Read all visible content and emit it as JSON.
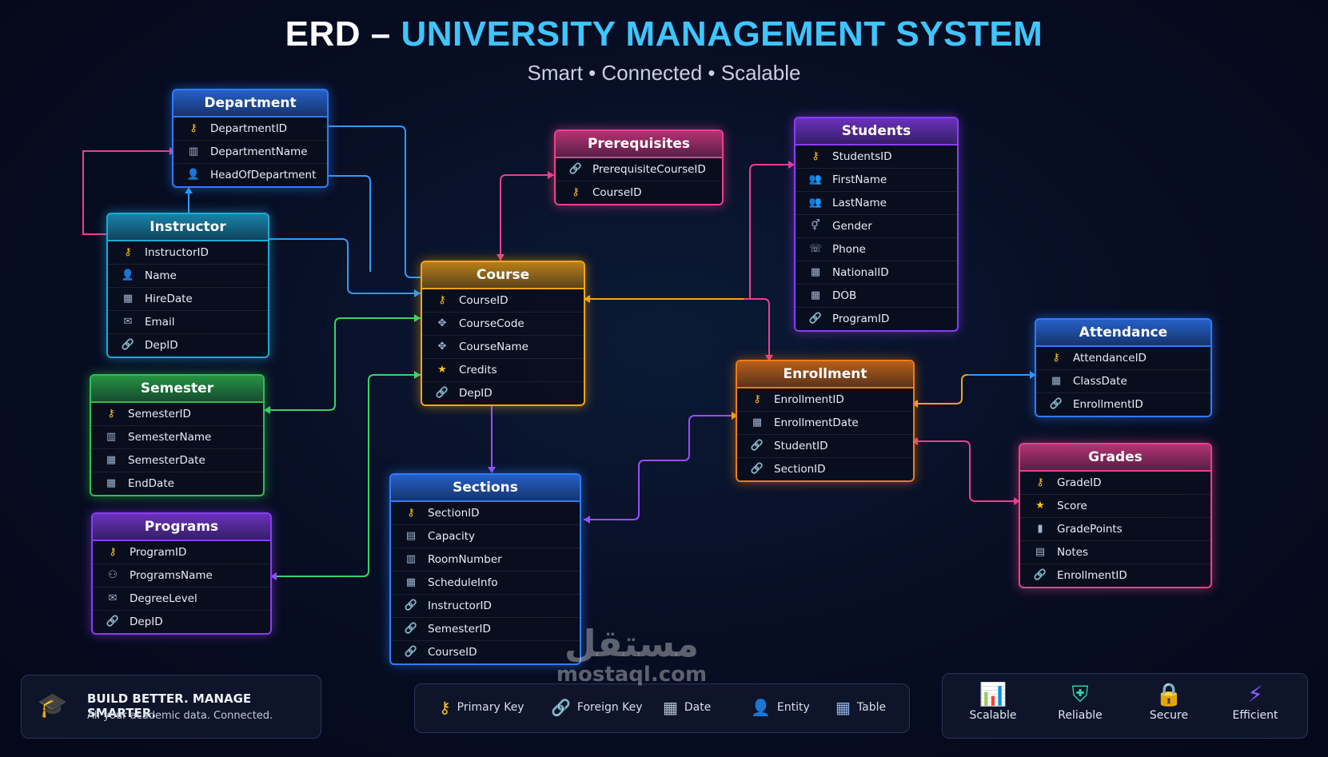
{
  "title": {
    "part1": "ERD –",
    "part2": "UNIVERSITY MANAGEMENT SYSTEM"
  },
  "subtitle": "Smart • Connected • Scalable",
  "entities": [
    {
      "id": "department",
      "name": "Department",
      "color": "#2f7bff",
      "fields": [
        {
          "label": "DepartmentID",
          "icon": "key-icon"
        },
        {
          "label": "DepartmentName",
          "icon": "building-icon"
        },
        {
          "label": "HeadOfDepartment",
          "icon": "person-star-icon"
        }
      ]
    },
    {
      "id": "instructor",
      "name": "Instructor",
      "color": "#1ea9d6",
      "fields": [
        {
          "label": "InstructorID",
          "icon": "key-icon"
        },
        {
          "label": "Name",
          "icon": "person-icon"
        },
        {
          "label": "HireDate",
          "icon": "calendar-icon"
        },
        {
          "label": "Email",
          "icon": "mail-icon"
        },
        {
          "label": "DepID",
          "icon": "link-icon"
        }
      ]
    },
    {
      "id": "semester",
      "name": "Semester",
      "color": "#2fbf4f",
      "fields": [
        {
          "label": "SemesterID",
          "icon": "key-icon"
        },
        {
          "label": "SemesterName",
          "icon": "building-icon"
        },
        {
          "label": "SemesterDate",
          "icon": "calendar-icon"
        },
        {
          "label": "EndDate",
          "icon": "calendar-icon"
        }
      ]
    },
    {
      "id": "programs",
      "name": "Programs",
      "color": "#8a3df0",
      "fields": [
        {
          "label": "ProgramID",
          "icon": "key-icon"
        },
        {
          "label": "ProgramsName",
          "icon": "group-icon"
        },
        {
          "label": "DegreeLevel",
          "icon": "mail-icon"
        },
        {
          "label": "DepID",
          "icon": "link-icon"
        }
      ]
    },
    {
      "id": "prerequisites",
      "name": "Prerequisites",
      "color": "#ec3f8f",
      "fields": [
        {
          "label": "PrerequisiteCourseID",
          "icon": "link-icon"
        },
        {
          "label": "CourseID",
          "icon": "key-icon"
        }
      ]
    },
    {
      "id": "course",
      "name": "Course",
      "color": "#f2a516",
      "fields": [
        {
          "label": "CourseID",
          "icon": "key-icon"
        },
        {
          "label": "CourseCode",
          "icon": "figure-icon"
        },
        {
          "label": "CourseName",
          "icon": "figure-icon"
        },
        {
          "label": "Credits",
          "icon": "star-icon"
        },
        {
          "label": "DepID",
          "icon": "link-icon"
        }
      ]
    },
    {
      "id": "sections",
      "name": "Sections",
      "color": "#2f7bff",
      "fields": [
        {
          "label": "SectionID",
          "icon": "key-icon"
        },
        {
          "label": "Capacity",
          "icon": "chart-icon"
        },
        {
          "label": "RoomNumber",
          "icon": "building-icon"
        },
        {
          "label": "ScheduleInfo",
          "icon": "calendar-icon"
        },
        {
          "label": "InstructorID",
          "icon": "link-icon"
        },
        {
          "label": "SemesterID",
          "icon": "link-icon"
        },
        {
          "label": "CourseID",
          "icon": "link-icon"
        }
      ]
    },
    {
      "id": "students",
      "name": "Students",
      "color": "#8a3df0",
      "fields": [
        {
          "label": "StudentsID",
          "icon": "key-icon"
        },
        {
          "label": "FirstName",
          "icon": "people-icon"
        },
        {
          "label": "LastName",
          "icon": "people-icon"
        },
        {
          "label": "Gender",
          "icon": "gender-icon"
        },
        {
          "label": "Phone",
          "icon": "phone-icon"
        },
        {
          "label": "NationalID",
          "icon": "grid-icon"
        },
        {
          "label": "DOB",
          "icon": "calendar-icon"
        },
        {
          "label": "ProgramID",
          "icon": "link-icon"
        }
      ]
    },
    {
      "id": "enrollment",
      "name": "Enrollment",
      "color": "#f07a16",
      "fields": [
        {
          "label": "EnrollmentID",
          "icon": "key-icon"
        },
        {
          "label": "EnrollmentDate",
          "icon": "calendar-icon"
        },
        {
          "label": "StudentID",
          "icon": "link-icon"
        },
        {
          "label": "SectionID",
          "icon": "link-icon"
        }
      ]
    },
    {
      "id": "attendance",
      "name": "Attendance",
      "color": "#2f7bff",
      "fields": [
        {
          "label": "AttendanceID",
          "icon": "key-icon"
        },
        {
          "label": "ClassDate",
          "icon": "calendar-icon"
        },
        {
          "label": "EnrollmentID",
          "icon": "link-icon"
        }
      ]
    },
    {
      "id": "grades",
      "name": "Grades",
      "color": "#ec3f8f",
      "fields": [
        {
          "label": "GradeID",
          "icon": "key-icon"
        },
        {
          "label": "Score",
          "icon": "star-icon"
        },
        {
          "label": "GradePoints",
          "icon": "bars-icon"
        },
        {
          "label": "Notes",
          "icon": "document-icon"
        },
        {
          "label": "EnrollmentID",
          "icon": "link-icon"
        }
      ]
    }
  ],
  "relationships": [
    {
      "from": "instructor",
      "to": "department",
      "color": "#2f9bff"
    },
    {
      "from": "instructor",
      "to": "department",
      "color": "#ec3f8f"
    },
    {
      "from": "department",
      "to": "course",
      "color": "#2f9bff"
    },
    {
      "from": "instructor",
      "to": "course",
      "color": "#2f9bff"
    },
    {
      "from": "semester",
      "to": "course",
      "color": "#37d46a"
    },
    {
      "from": "programs",
      "to": "course",
      "color": "#37d46a"
    },
    {
      "from": "course",
      "to": "prerequisites",
      "color": "#ec3f8f"
    },
    {
      "from": "course",
      "to": "sections",
      "color": "#9b4dff"
    },
    {
      "from": "course",
      "to": "enrollment",
      "color": "#ec3f8f"
    },
    {
      "from": "enrollment",
      "to": "students",
      "color": "#ec3f8f"
    },
    {
      "from": "sections",
      "to": "enrollment",
      "color": "#9b4dff"
    },
    {
      "from": "enrollment",
      "to": "attendance",
      "color": "#f2a516"
    },
    {
      "from": "enrollment",
      "to": "grades",
      "color": "#ec3f8f"
    },
    {
      "from": "course",
      "to": "students",
      "color": "#f2a516"
    }
  ],
  "tagline": {
    "heading": "BUILD BETTER. MANAGE SMARTER.",
    "text": "All your academic data. Connected.",
    "icon": "graduation-cap-icon"
  },
  "legend": [
    {
      "label": "Primary Key",
      "icon": "key-icon"
    },
    {
      "label": "Foreign Key",
      "icon": "link-icon"
    },
    {
      "label": "Date",
      "icon": "calendar-icon"
    },
    {
      "label": "Entity",
      "icon": "person-icon"
    },
    {
      "label": "Table",
      "icon": "table-icon"
    }
  ],
  "features": [
    {
      "label": "Scalable",
      "icon": "growth-chart-icon",
      "color": "#3a8dff"
    },
    {
      "label": "Reliable",
      "icon": "shield-check-icon",
      "color": "#2fd1a5"
    },
    {
      "label": "Secure",
      "icon": "lock-icon",
      "color": "#ffb21a"
    },
    {
      "label": "Efficient",
      "icon": "lightning-icon",
      "color": "#8d5bff"
    }
  ],
  "watermark": {
    "arabic": "مستقل",
    "latin": "mostaql.com"
  }
}
